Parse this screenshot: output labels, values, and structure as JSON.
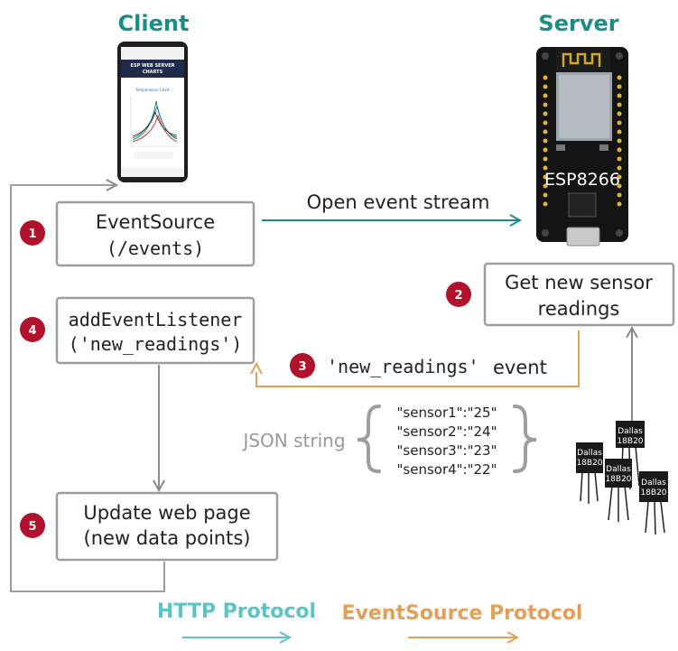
{
  "titles": {
    "client": "Client",
    "server": "Server"
  },
  "phone": {
    "header": "ESP WEB SERVER",
    "header2": "CHARTS",
    "chart_title": "Temperature Chart"
  },
  "board": {
    "label": "ESP8266"
  },
  "steps": [
    {
      "num": "1",
      "line1": "EventSource",
      "line2": "(/events)"
    },
    {
      "num": "2",
      "line1": "Get new sensor",
      "line2": "readings"
    },
    {
      "num": "3",
      "code": "'new_readings'",
      "text": "event"
    },
    {
      "num": "4",
      "line1": "addEventListener",
      "line2": "('new_readings')"
    },
    {
      "num": "5",
      "line1": "Update web page",
      "line2": "(new data points)"
    }
  ],
  "arrows": {
    "open_stream": "Open event stream"
  },
  "json_label": "JSON string",
  "json_lines": [
    "\"sensor1\":\"25\"",
    "\"sensor2\":\"24\"",
    "\"sensor3\":\"23\"",
    "\"sensor4\":\"22\""
  ],
  "sensor_chip": {
    "line1": "Dallas",
    "line2": "18B20"
  },
  "legend": {
    "http": "HTTP Protocol",
    "eventsource": "EventSource Protocol",
    "http_color": "#5cc4c8",
    "eventsource_color": "#e3a05a"
  },
  "colors": {
    "teal": "#1a8e86",
    "orange": "#e3a05a",
    "gray": "#9e9e9e",
    "badge": "#b0122b"
  }
}
